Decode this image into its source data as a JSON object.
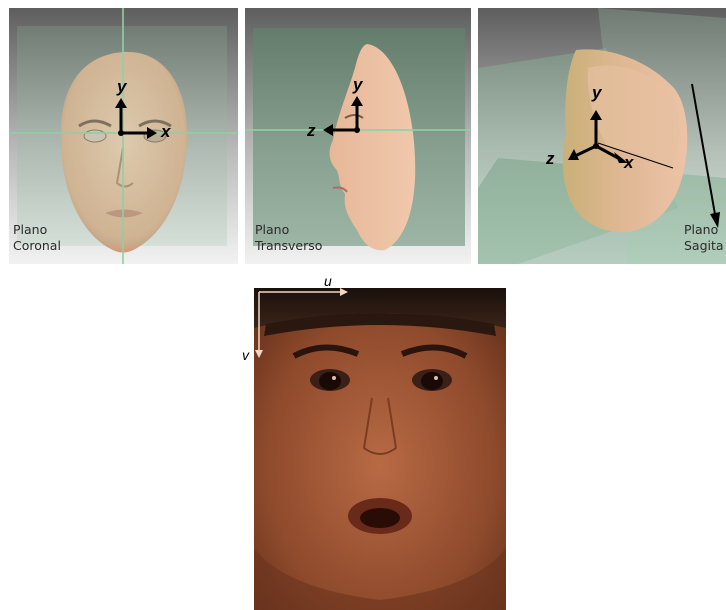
{
  "panels": [
    {
      "label_line1": "Plano",
      "label_line2": "Coronal",
      "axes": [
        "y",
        "x"
      ]
    },
    {
      "label_line1": "Plano",
      "label_line2": "Transverso",
      "axes": [
        "y",
        "z"
      ]
    },
    {
      "label_line1": "Plano",
      "label_line2": "Sagita",
      "axes": [
        "y",
        "z",
        "x"
      ]
    }
  ],
  "image_axes": {
    "horizontal": "u",
    "vertical": "v"
  },
  "colors": {
    "plane": "#8fbf9f",
    "skin": "#e8b999",
    "arrow": "#000000",
    "image_axis": "#f2d7c4"
  }
}
